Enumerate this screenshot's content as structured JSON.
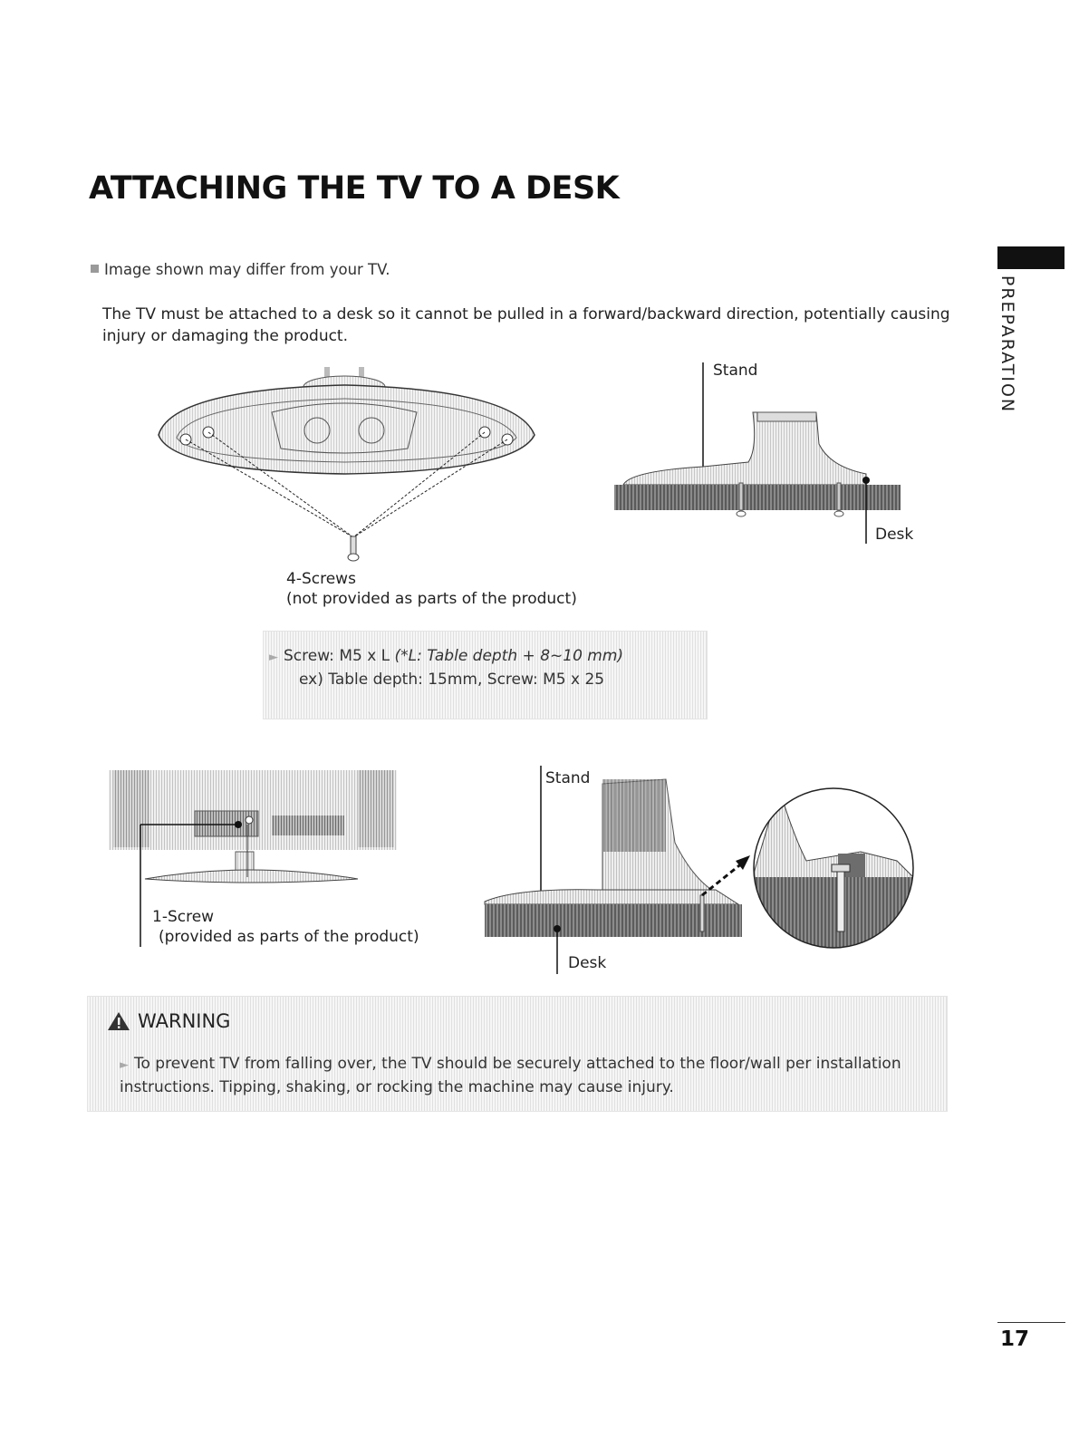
{
  "page": {
    "title": "ATTACHING THE TV TO A DESK",
    "note": "Image shown may differ from your TV.",
    "intro": "The TV must be attached to a desk so it cannot be pulled in a forward/backward direction, potentially causing injury or damaging the product.",
    "side_tab": "PREPARATION",
    "page_number": "17"
  },
  "figure_top": {
    "caption_line1": "4-Screws",
    "caption_line2": "(not provided as parts of the product)",
    "stand_label": "Stand",
    "desk_label": "Desk"
  },
  "spec": {
    "line1_prefix": "Screw: M5 x L ",
    "line1_italic": "(*L: Table depth + 8~10 mm)",
    "line2": "ex) Table depth: 15mm, Screw: M5 x 25"
  },
  "figure_bottom": {
    "caption_line1": "1-Screw",
    "caption_line2": "(provided as parts of the product)",
    "stand_label": "Stand",
    "desk_label": "Desk"
  },
  "warning": {
    "title": "WARNING",
    "text": "To prevent TV from falling over, the TV should be securely attached to the floor/wall per installation instructions. Tipping, shaking, or rocking the machine may cause injury."
  }
}
